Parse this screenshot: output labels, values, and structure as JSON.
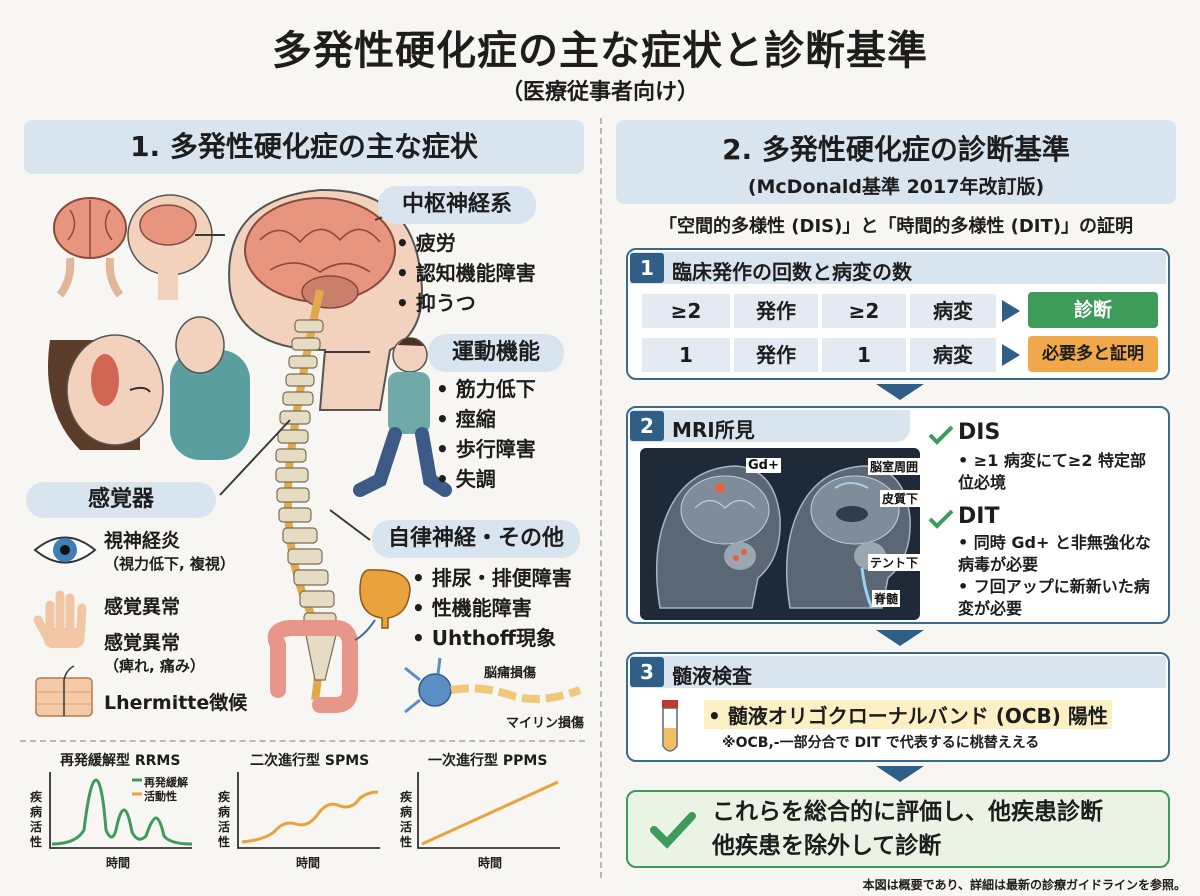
{
  "title": "多発性硬化症の主な症状と診断基準",
  "subtitle": "（医療従事者向け）",
  "section1": {
    "heading": "1. 多発性硬化症の主な症状",
    "cns": {
      "label": "中枢神経系",
      "items": [
        "疲労",
        "認知機能障害",
        "抑うつ"
      ]
    },
    "motor": {
      "label": "運動機能",
      "items": [
        "筋力低下",
        "痙縮",
        "歩行障害",
        "失調"
      ]
    },
    "autonomic": {
      "label": "自律神経・その他",
      "items": [
        "排尿・排便障害",
        "性機能障害",
        "Uhthoff現象"
      ]
    },
    "sensory": {
      "label": "感覚器",
      "items": [
        {
          "main": "視神経炎",
          "sub": "（視力低下, 複視）"
        },
        {
          "main": "感覚異常",
          "sub": ""
        },
        {
          "main": "感覚異常",
          "sub": "（痺れ, 痛み）"
        },
        {
          "main": "Lhermitte徴候",
          "sub": ""
        }
      ]
    },
    "neuron_labels": {
      "demyelination": "脳痡損傷",
      "myelin": "マイリン損傷"
    }
  },
  "graphs": {
    "ylabel": "疾病活性",
    "xlabel": "時間",
    "rrms": {
      "title": "再発緩解型 RRMS",
      "legend": [
        "再発緩解",
        "活動性"
      ]
    },
    "spms": {
      "title": "二次進行型 SPMS"
    },
    "ppms": {
      "title": "一次進行型 PPMS"
    }
  },
  "section2": {
    "heading": "2. 多発性硬化症の診断基準",
    "subheading": "(McDonald基準 2017年改訂版)",
    "proof": "「空間的多様性 (DIS)」と「時間的多様性 (DIT)」の証明",
    "box1": {
      "num": "1",
      "title": "臨床発作の回数と病変の数",
      "rows": [
        {
          "c1": "≥2",
          "c2": "発作",
          "c3": "≥2",
          "c4": "病変",
          "result": "診断"
        },
        {
          "c1": "1",
          "c2": "発作",
          "c3": "1",
          "c4": "病変",
          "result": "必要多と証明"
        }
      ]
    },
    "box2": {
      "num": "2",
      "title": "MRI所見",
      "mri_labels": {
        "gd": "Gd+",
        "periventricular": "脳室周囲",
        "cortical": "皮質下",
        "infratentorial": "テント下",
        "spinal": "脊髄"
      },
      "dis": {
        "title": "DIS",
        "items": [
          "≥1 病変にて≥2 特定部位必境"
        ]
      },
      "dit": {
        "title": "DIT",
        "items": [
          "同時 Gd+ と非無強化な病毒が必要",
          "フ回アップに新新いた病変が必要"
        ]
      }
    },
    "box3": {
      "num": "3",
      "title": "髄液検査",
      "item": "髄液オリゴクローナルバンド (OCB) 陽性",
      "note": "※OCB,-一部分合で DIT で代表するに桃替ええる"
    },
    "final": {
      "line1": "これらを総合的に評価し、他疾患診断",
      "line2": "他疾患を除外して診断"
    }
  },
  "footnote": "本図は概要であり、詳細は最新の診療ガイドラインを参照。",
  "colors": {
    "navy": "#2f5f86",
    "green": "#3e9b5a",
    "orange": "#f0a84a",
    "pale_blue": "#d8e5ef"
  }
}
